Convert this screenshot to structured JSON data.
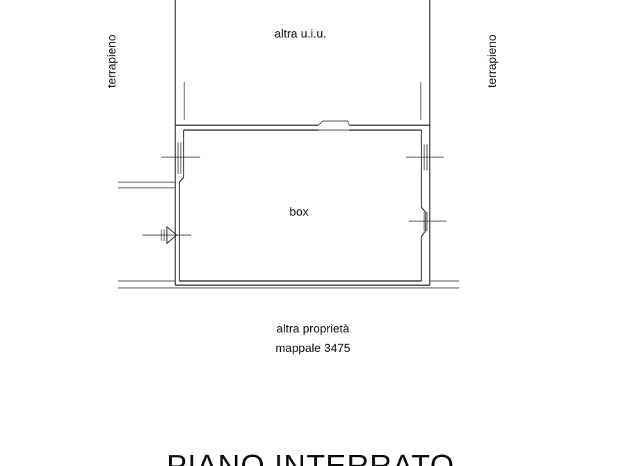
{
  "labels": {
    "upper_unit": "altra u.i.u.",
    "fill_left": "terrapieno",
    "fill_right": "terrapieno",
    "room": "box",
    "neighbor_line1": "altra proprietà",
    "neighbor_line2": "mappale 3475"
  },
  "title": "PIANO INTERRATO"
}
